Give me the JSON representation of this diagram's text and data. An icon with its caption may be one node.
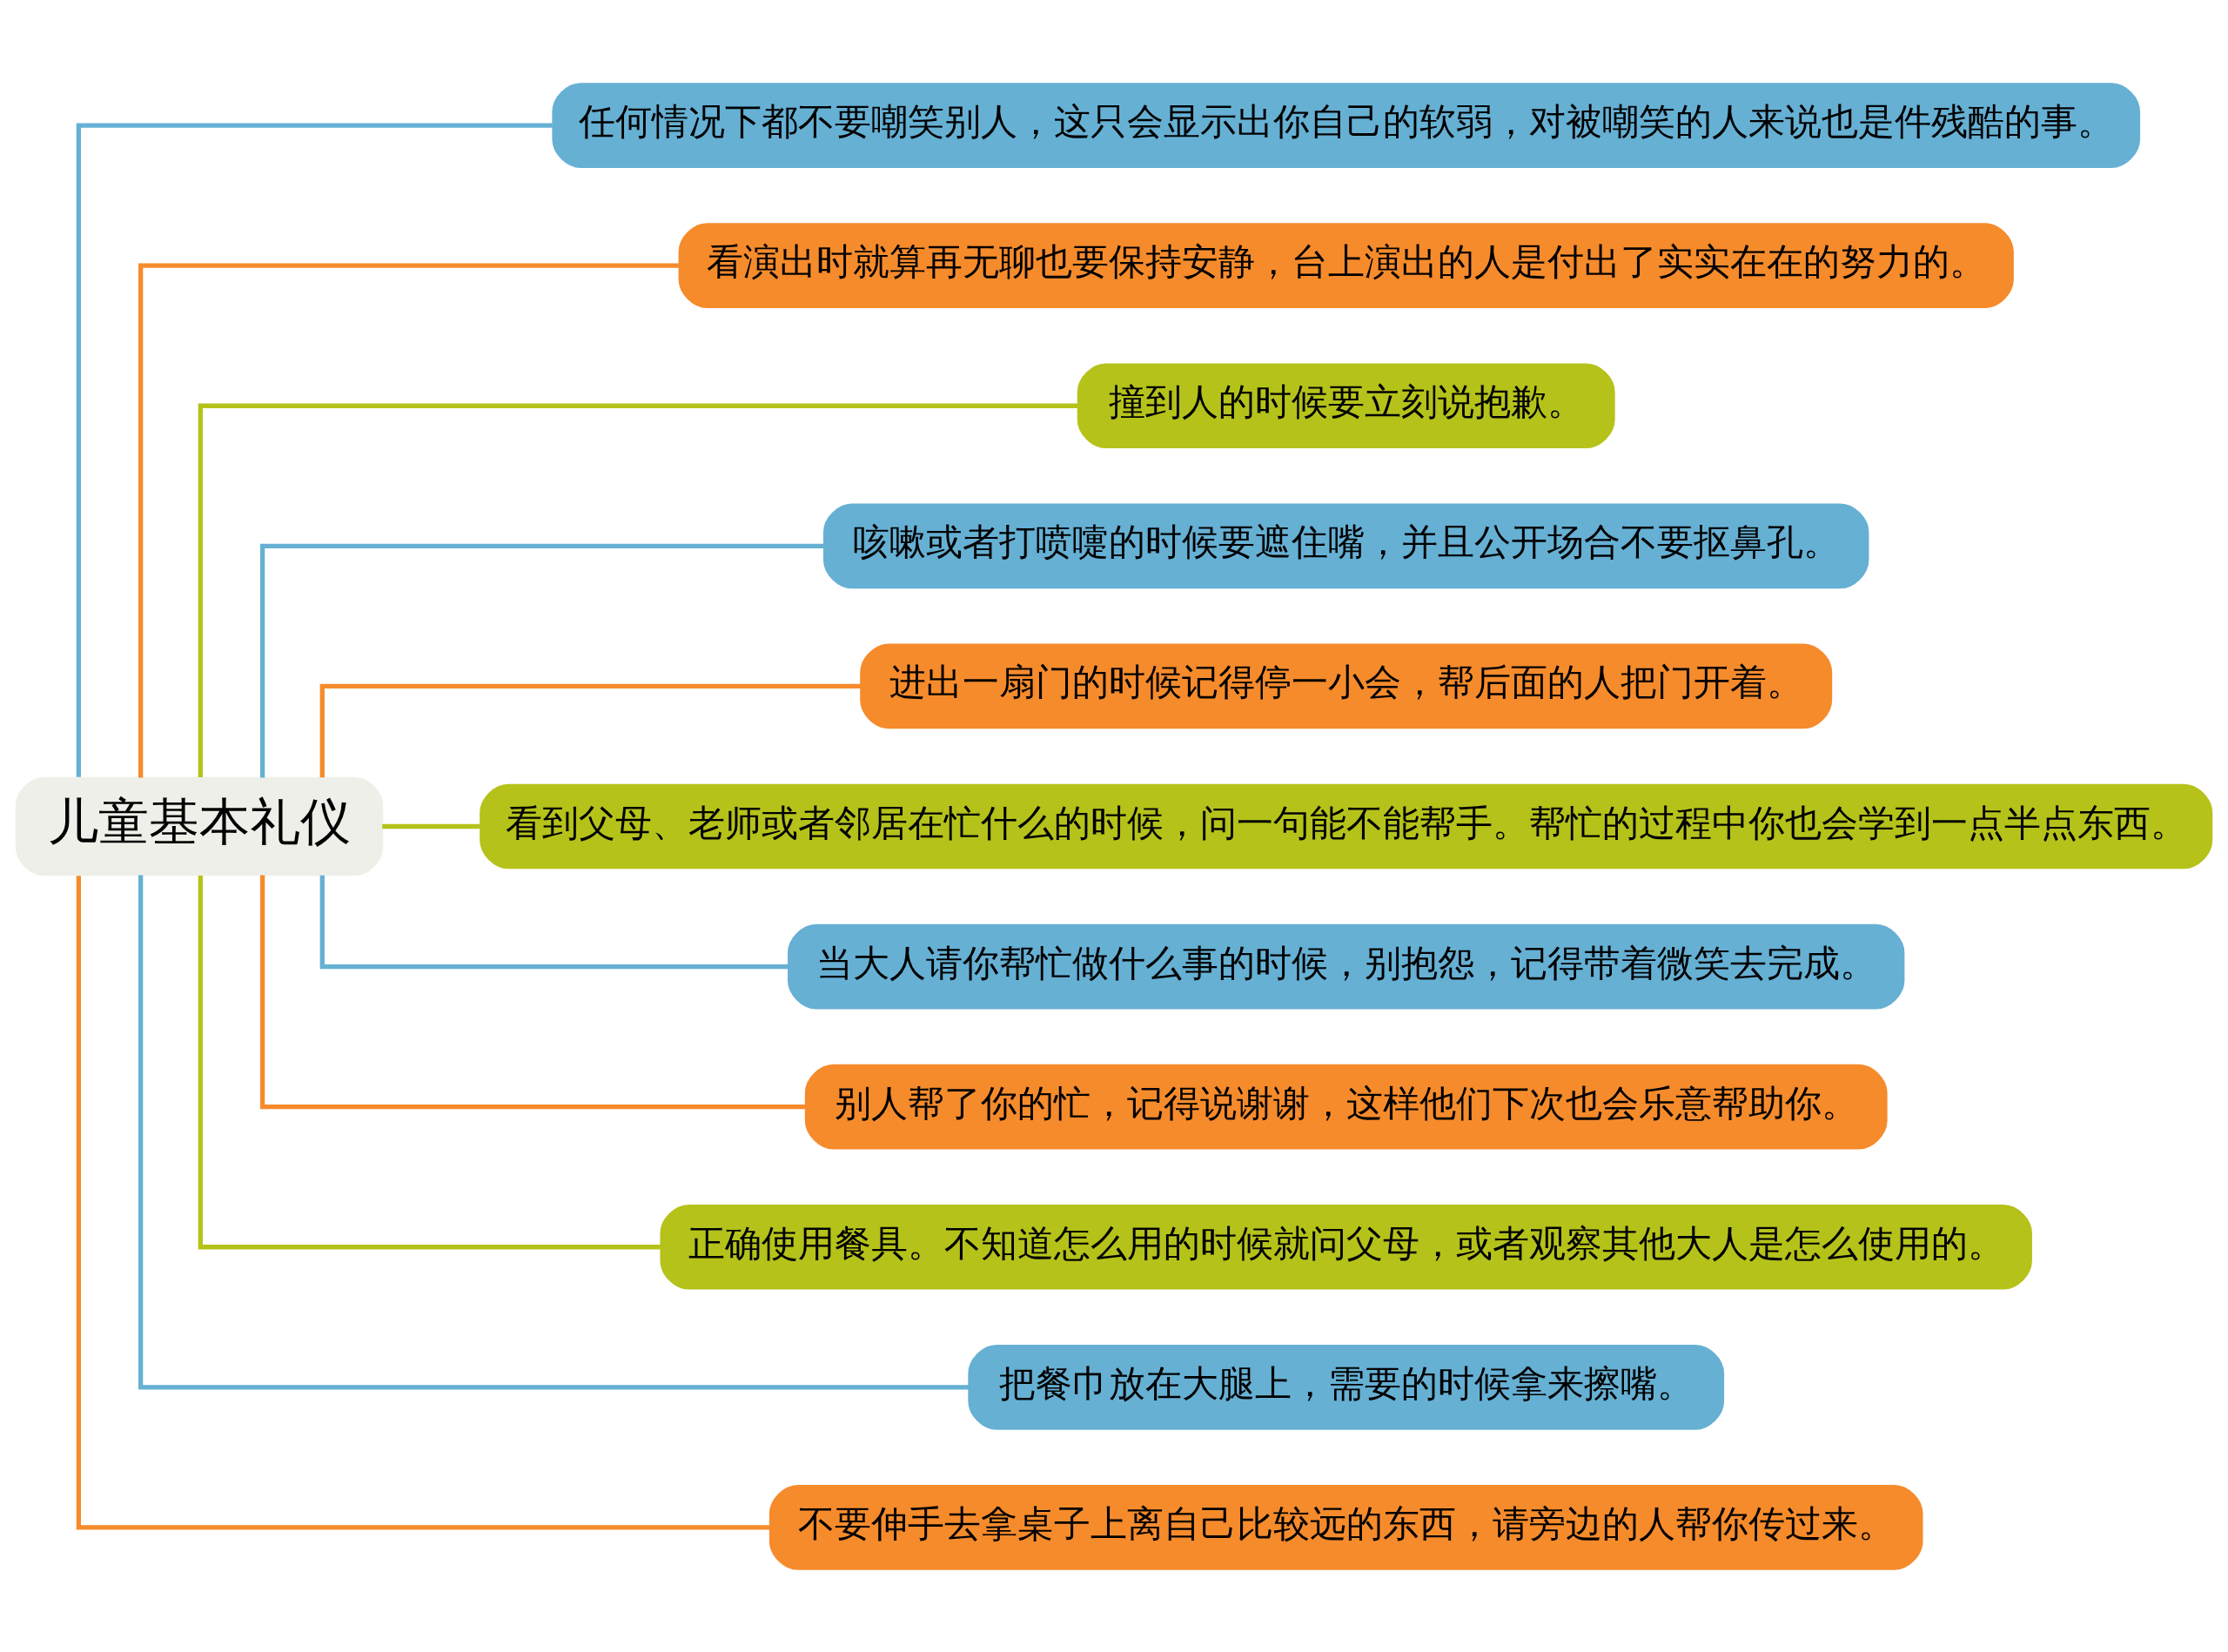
{
  "diagram": {
    "nodes": [
      {
        "text": [
          "儿童基本礼仪"
        ]
      },
      {
        "text": [
          "任何情况下都不要嘲笑别人，这只会显示出你自己的软弱，对被嘲笑的人来说也是件残酷的事。"
        ]
      },
      {
        "text": [
          "看演出时就算再无聊也要保持安静，台上演出的人是付出了实实在在的努力的。"
        ]
      },
      {
        "text": [
          "撞到人的时候要立刻说抱歉。"
        ]
      },
      {
        "text": [
          "咳嗽或者打喷嚏的时候要遮住嘴，并且公开场合不要抠鼻孔。"
        ]
      },
      {
        "text": [
          "进出一扇门的时候记得停一小会，帮后面的人把门开着。"
        ]
      },
      {
        "text": [
          "看到父母、老师或者邻居在忙什么的时候，问一句能不能帮手。帮忙的过程中你也会学到一点半点东西。"
        ]
      },
      {
        "text": [
          "当大人请你帮忙做什么事的时候，别抱怨，记得带着微笑去完成。"
        ]
      },
      {
        "text": [
          "别人帮了你的忙，记得说谢谢，这样他们下次也会乐意帮助你。"
        ]
      },
      {
        "text": [
          "正确使用餐具。不知道怎么用的时候就问父母，或者观察其他大人是怎么使用的。"
        ]
      },
      {
        "text": [
          "把餐巾放在大腿上，需要的时候拿来擦嘴。"
        ]
      },
      {
        "text": [
          "不要伸手去拿桌子上离自己比较远的东西，请旁边的人帮你传过来。"
        ]
      }
    ],
    "edges": [
      {
        "from": 0,
        "to": 1,
        "arrow": "none",
        "color": "#66b0d4"
      },
      {
        "from": 0,
        "to": 2,
        "arrow": "none",
        "color": "#f68b2c"
      },
      {
        "from": 0,
        "to": 3,
        "arrow": "none",
        "color": "#b5c21a"
      },
      {
        "from": 0,
        "to": 4,
        "arrow": "none",
        "color": "#66b0d4"
      },
      {
        "from": 0,
        "to": 5,
        "arrow": "none",
        "color": "#f68b2c"
      },
      {
        "from": 0,
        "to": 6,
        "arrow": "none",
        "color": "#b5c21a"
      },
      {
        "from": 0,
        "to": 7,
        "arrow": "none",
        "color": "#66b0d4"
      },
      {
        "from": 0,
        "to": 8,
        "arrow": "none",
        "color": "#f68b2c"
      },
      {
        "from": 0,
        "to": 9,
        "arrow": "none",
        "color": "#b5c21a"
      },
      {
        "from": 0,
        "to": 10,
        "arrow": "none",
        "color": "#66b0d4"
      },
      {
        "from": 0,
        "to": 11,
        "arrow": "none",
        "color": "#f68b2c"
      }
    ]
  }
}
